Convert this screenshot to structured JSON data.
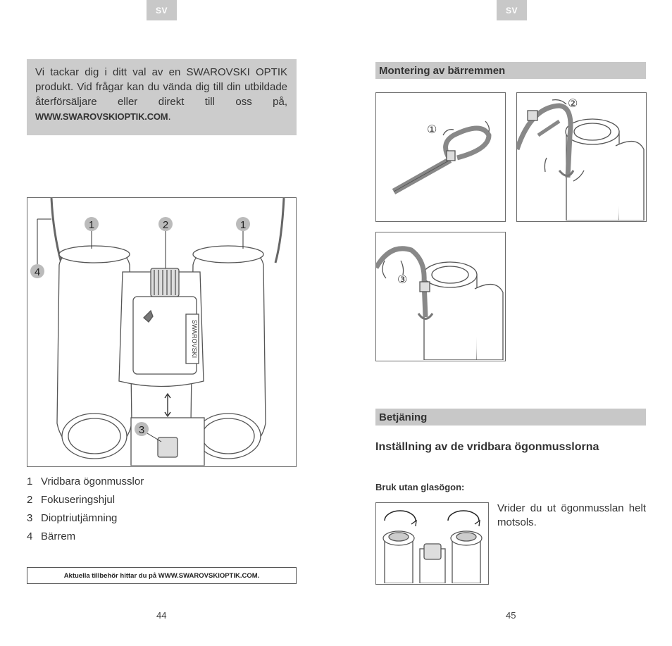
{
  "left_page": {
    "lang_tab": "SV",
    "intro": {
      "text": "Vi tackar dig i ditt val av en SWAROVSKI OPTIK produkt. Vid frågar kan du vända dig till din utbildade återförsäljare eller direkt till oss på,",
      "url": "WWW.SWAROVSKIOPTIK.COM",
      "url_suffix": "."
    },
    "figure_callouts": [
      "1",
      "2",
      "1",
      "4",
      "3"
    ],
    "figure_brand": "SWAROVSKI",
    "legend": [
      {
        "num": "1",
        "label": "Vridbara ögonmusslor"
      },
      {
        "num": "2",
        "label": "Fokuseringshjul"
      },
      {
        "num": "3",
        "label": "Dioptriutjämning"
      },
      {
        "num": "4",
        "label": "Bärrem"
      }
    ],
    "note": "Aktuella tillbehör hittar du på WWW.SWAROVSKIOPTIK.COM.",
    "page_number": "44"
  },
  "right_page": {
    "lang_tab": "SV",
    "section1_title": "Montering av bärremmen",
    "strap_steps": [
      "①",
      "②",
      "③"
    ],
    "section2_title": "Betjäning",
    "subheading": "Inställning av de vridbara ögonmusslorna",
    "minor_heading": "Bruk utan glasögon:",
    "instruction": "Vrider du ut ögonmusslan helt motsols.",
    "page_number": "45"
  }
}
